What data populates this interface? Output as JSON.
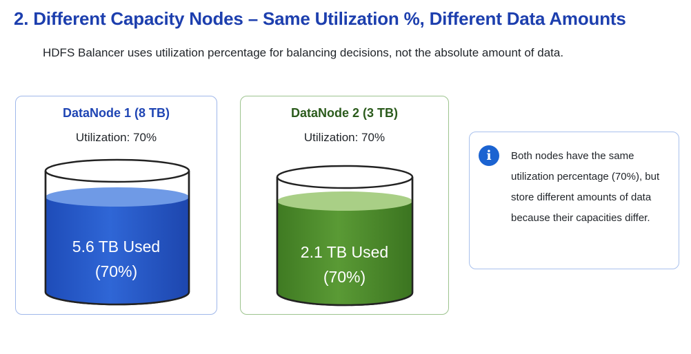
{
  "title": "2. Different Capacity Nodes – Same Utilization %, Different Data Amounts",
  "subtitle": "HDFS Balancer uses utilization percentage for balancing decisions, not the absolute amount of data.",
  "nodes": [
    {
      "name": "DataNode 1 (8 TB)",
      "utilization": "Utilization: 70%",
      "used_label": "5.6 TB Used",
      "percent_label": "(70%)",
      "fill_level": 0.7,
      "color": "#2458c9"
    },
    {
      "name": "DataNode 2 (3 TB)",
      "utilization": "Utilization: 70%",
      "used_label": "2.1 TB Used",
      "percent_label": "(70%)",
      "fill_level": 0.7,
      "color": "#4f8e2f"
    }
  ],
  "info": {
    "icon": "info-icon",
    "text": "Both nodes have the same utilization percentage (70%), but store different amounts of data because their capacities differ."
  }
}
